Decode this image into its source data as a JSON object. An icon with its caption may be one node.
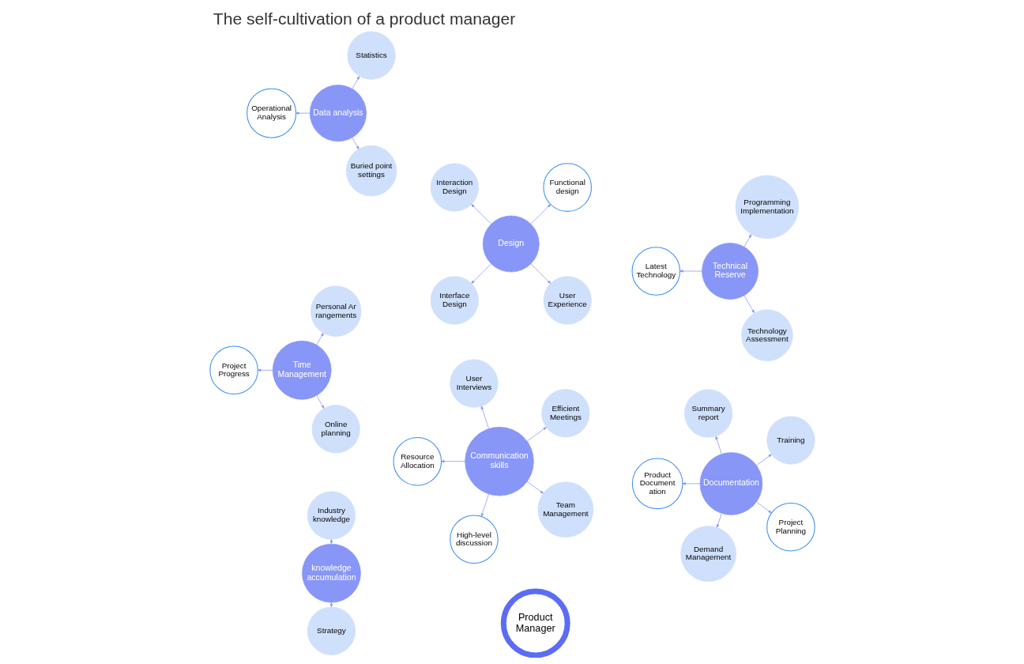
{
  "diagram": {
    "title": "The self-cultivation of a product manager",
    "nodes": [
      {
        "text": [
          "Product Manager"
        ]
      },
      {
        "text": [
          "knowledge accumulation"
        ]
      },
      {
        "text": [
          "Industry knowledge"
        ]
      },
      {
        "text": [
          "Strategy"
        ]
      },
      {
        "text": [
          "Documentation"
        ]
      },
      {
        "text": [
          "Training"
        ]
      },
      {
        "text": [
          "Summary report"
        ]
      },
      {
        "text": [
          "Product Document ation"
        ]
      },
      {
        "text": [
          "Demand Management"
        ]
      },
      {
        "text": [
          "Project Planning"
        ]
      },
      {
        "text": [
          "Technical Reserve"
        ]
      },
      {
        "text": [
          "Programming Implementation"
        ]
      },
      {
        "text": [
          "Latest Technology"
        ]
      },
      {
        "text": [
          "Technology Assessment"
        ]
      },
      {
        "text": [
          "Data analysis"
        ]
      },
      {
        "text": [
          "Statistics"
        ]
      },
      {
        "text": [
          "Operational Analysis"
        ]
      },
      {
        "text": [
          "Buried point settings"
        ]
      },
      {
        "text": [
          "Communication skills"
        ]
      },
      {
        "text": [
          "Efficient Meetings"
        ]
      },
      {
        "text": [
          "User Interviews"
        ]
      },
      {
        "text": [
          "Resource Allocation"
        ]
      },
      {
        "text": [
          "High-level discussion"
        ]
      },
      {
        "text": [
          "Team Management"
        ]
      },
      {
        "text": [
          "Design"
        ]
      },
      {
        "text": [
          "Functional design"
        ]
      },
      {
        "text": [
          "Interaction Design"
        ]
      },
      {
        "text": [
          "Interface Design"
        ]
      },
      {
        "text": [
          "User Experience"
        ]
      },
      {
        "text": [
          "Time Management"
        ]
      },
      {
        "text": [
          "Personal Ar rangements"
        ]
      },
      {
        "text": [
          "Project Progress"
        ]
      },
      {
        "text": [
          "Online planning"
        ]
      }
    ],
    "edges": [
      {
        "from": 1,
        "to": 2,
        "arrow": "to"
      },
      {
        "from": 1,
        "to": 3,
        "arrow": "to"
      },
      {
        "from": 4,
        "to": 5,
        "arrow": "to"
      },
      {
        "from": 4,
        "to": 6,
        "arrow": "to"
      },
      {
        "from": 4,
        "to": 7,
        "arrow": "to"
      },
      {
        "from": 4,
        "to": 8,
        "arrow": "to"
      },
      {
        "from": 4,
        "to": 9,
        "arrow": "to"
      },
      {
        "from": 10,
        "to": 11,
        "arrow": "to"
      },
      {
        "from": 10,
        "to": 12,
        "arrow": "to"
      },
      {
        "from": 10,
        "to": 13,
        "arrow": "to"
      },
      {
        "from": 14,
        "to": 15,
        "arrow": "to"
      },
      {
        "from": 14,
        "to": 16,
        "arrow": "to"
      },
      {
        "from": 14,
        "to": 17,
        "arrow": "to"
      },
      {
        "from": 18,
        "to": 19,
        "arrow": "to"
      },
      {
        "from": 18,
        "to": 20,
        "arrow": "to"
      },
      {
        "from": 18,
        "to": 21,
        "arrow": "to"
      },
      {
        "from": 18,
        "to": 22,
        "arrow": "to"
      },
      {
        "from": 18,
        "to": 23,
        "arrow": "to"
      },
      {
        "from": 24,
        "to": 25,
        "arrow": "to"
      },
      {
        "from": 24,
        "to": 26,
        "arrow": "to"
      },
      {
        "from": 24,
        "to": 27,
        "arrow": "to"
      },
      {
        "from": 24,
        "to": 28,
        "arrow": "to"
      },
      {
        "from": 29,
        "to": 30,
        "arrow": "to"
      },
      {
        "from": 29,
        "to": 31,
        "arrow": "to"
      },
      {
        "from": 29,
        "to": 32,
        "arrow": "to"
      }
    ]
  }
}
